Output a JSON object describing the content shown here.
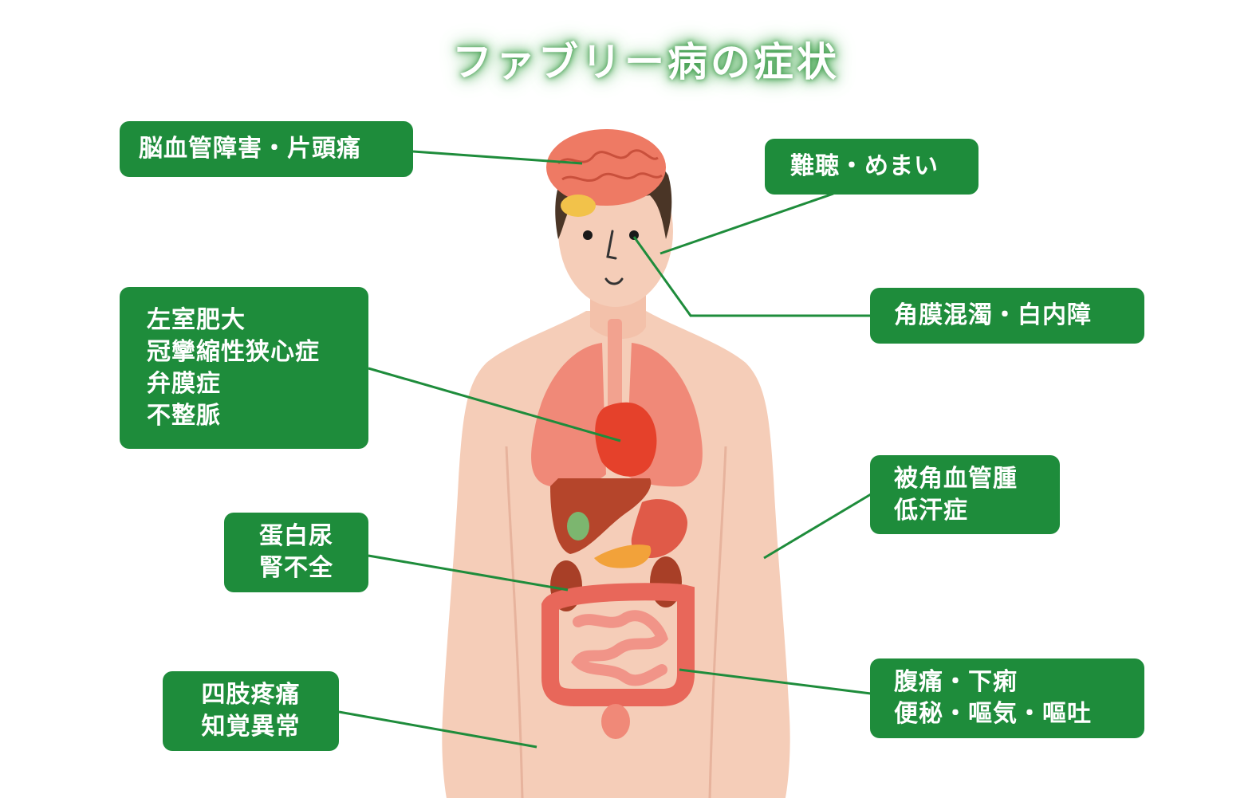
{
  "title": "ファブリー病の症状",
  "colors": {
    "label_bg": "#1e8c3b",
    "line": "#1e8c3b",
    "skin": "#f5cdb8",
    "title_glow": "#4aa556"
  },
  "labels": {
    "brain": [
      "脳血管障害・片頭痛"
    ],
    "ear": [
      "難聴・めまい"
    ],
    "eye": [
      "角膜混濁・白内障"
    ],
    "heart": [
      "左室肥大",
      "冠攣縮性狭心症",
      "弁膜症",
      "不整脈"
    ],
    "skin": [
      "被角血管腫",
      "低汗症"
    ],
    "kidney": [
      "蛋白尿",
      "腎不全"
    ],
    "gut": [
      "腹痛・下痢",
      "便秘・嘔気・嘔吐"
    ],
    "limbs": [
      "四肢疼痛",
      "知覚異常"
    ]
  }
}
